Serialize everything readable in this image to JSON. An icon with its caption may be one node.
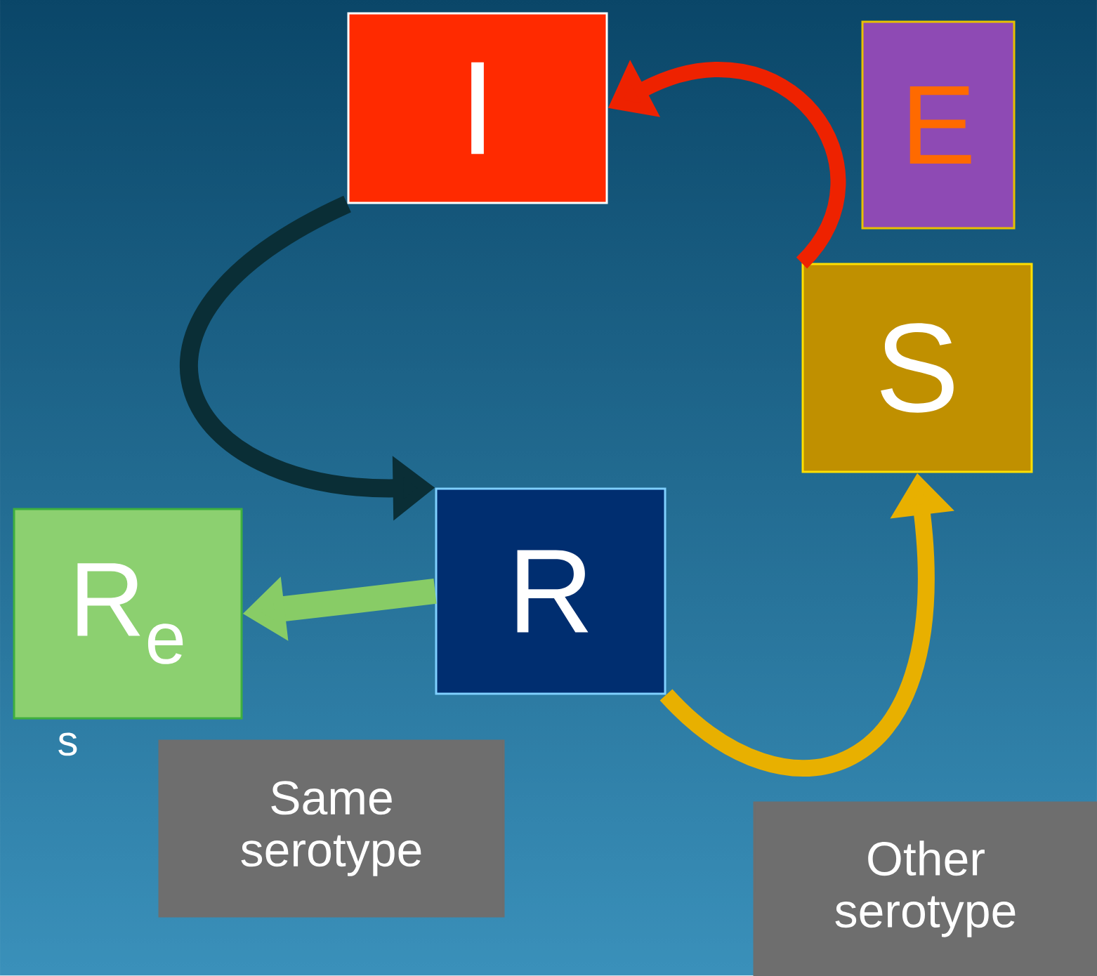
{
  "diagram": {
    "nodes": [
      {
        "text": [
          "I"
        ]
      },
      {
        "text": [
          "E"
        ]
      },
      {
        "text": [
          "S"
        ]
      },
      {
        "text": [
          "R"
        ]
      },
      {
        "text": [
          "R$_{e}$"
        ],
        "beside": [
          "s"
        ]
      },
      {
        "text": [
          "Same serotype"
        ]
      },
      {
        "text": [
          "Other serotype"
        ]
      }
    ],
    "edges": [
      {
        "from": 2,
        "to": 0,
        "arrow": "to",
        "color": "#ee2200"
      },
      {
        "from": 0,
        "to": 3,
        "arrow": "to",
        "color": "#0a2e36"
      },
      {
        "from": 3,
        "to": 4,
        "arrow": "to",
        "color": "#88cc66"
      },
      {
        "from": 3,
        "to": 2,
        "arrow": "to",
        "color": "#e8b000"
      }
    ]
  }
}
